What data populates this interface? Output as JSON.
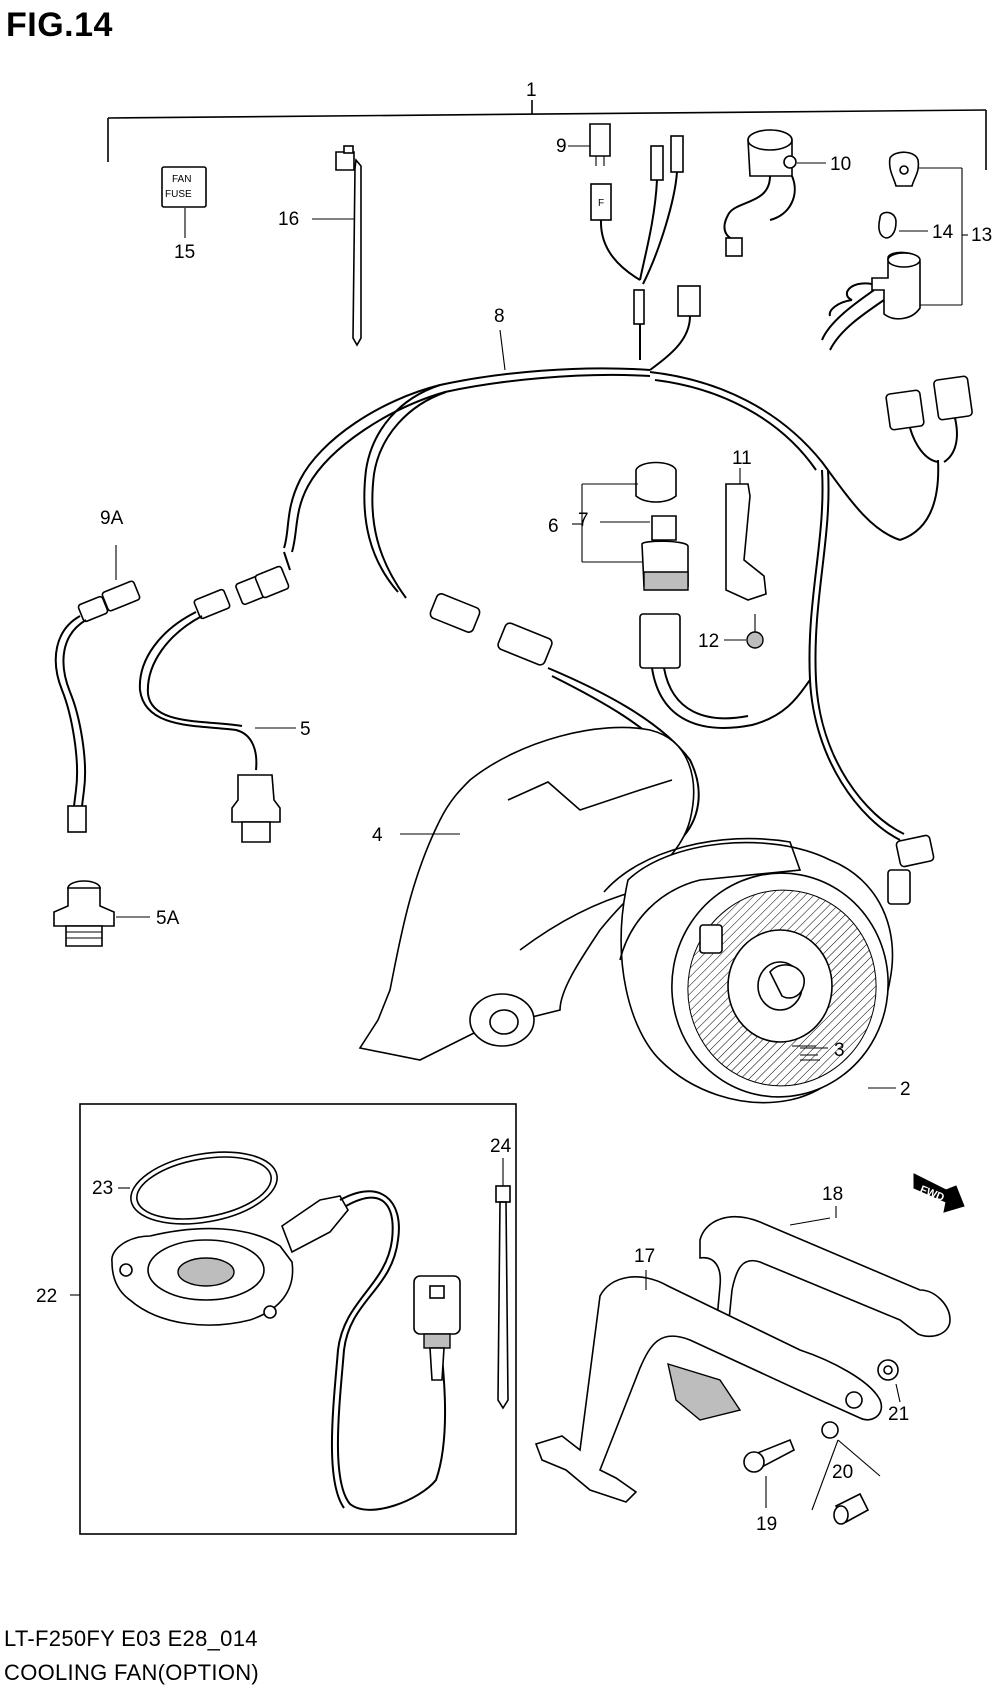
{
  "figure": {
    "title": "FIG.14",
    "model_code": "LT-F250FY E03 E28_014",
    "caption": "COOLING FAN(OPTION)"
  },
  "labels": {
    "p1": "1",
    "p2": "2",
    "p3": "3",
    "p4": "4",
    "p5": "5",
    "p5a": "5A",
    "p6": "6",
    "p7": "7",
    "p8": "8",
    "p9": "9",
    "p9a": "9A",
    "p10": "10",
    "p11": "11",
    "p12": "12",
    "p13": "13",
    "p14": "14",
    "p15": "15",
    "p16": "16",
    "p17": "17",
    "p18": "18",
    "p19": "19",
    "p20": "20",
    "p21": "21",
    "p22": "22",
    "p23": "23",
    "p24": "24"
  },
  "fuse_label": {
    "line1": "FAN",
    "line2": "FUSE"
  },
  "fwd_badge": "FWD",
  "relay_mark": "F"
}
